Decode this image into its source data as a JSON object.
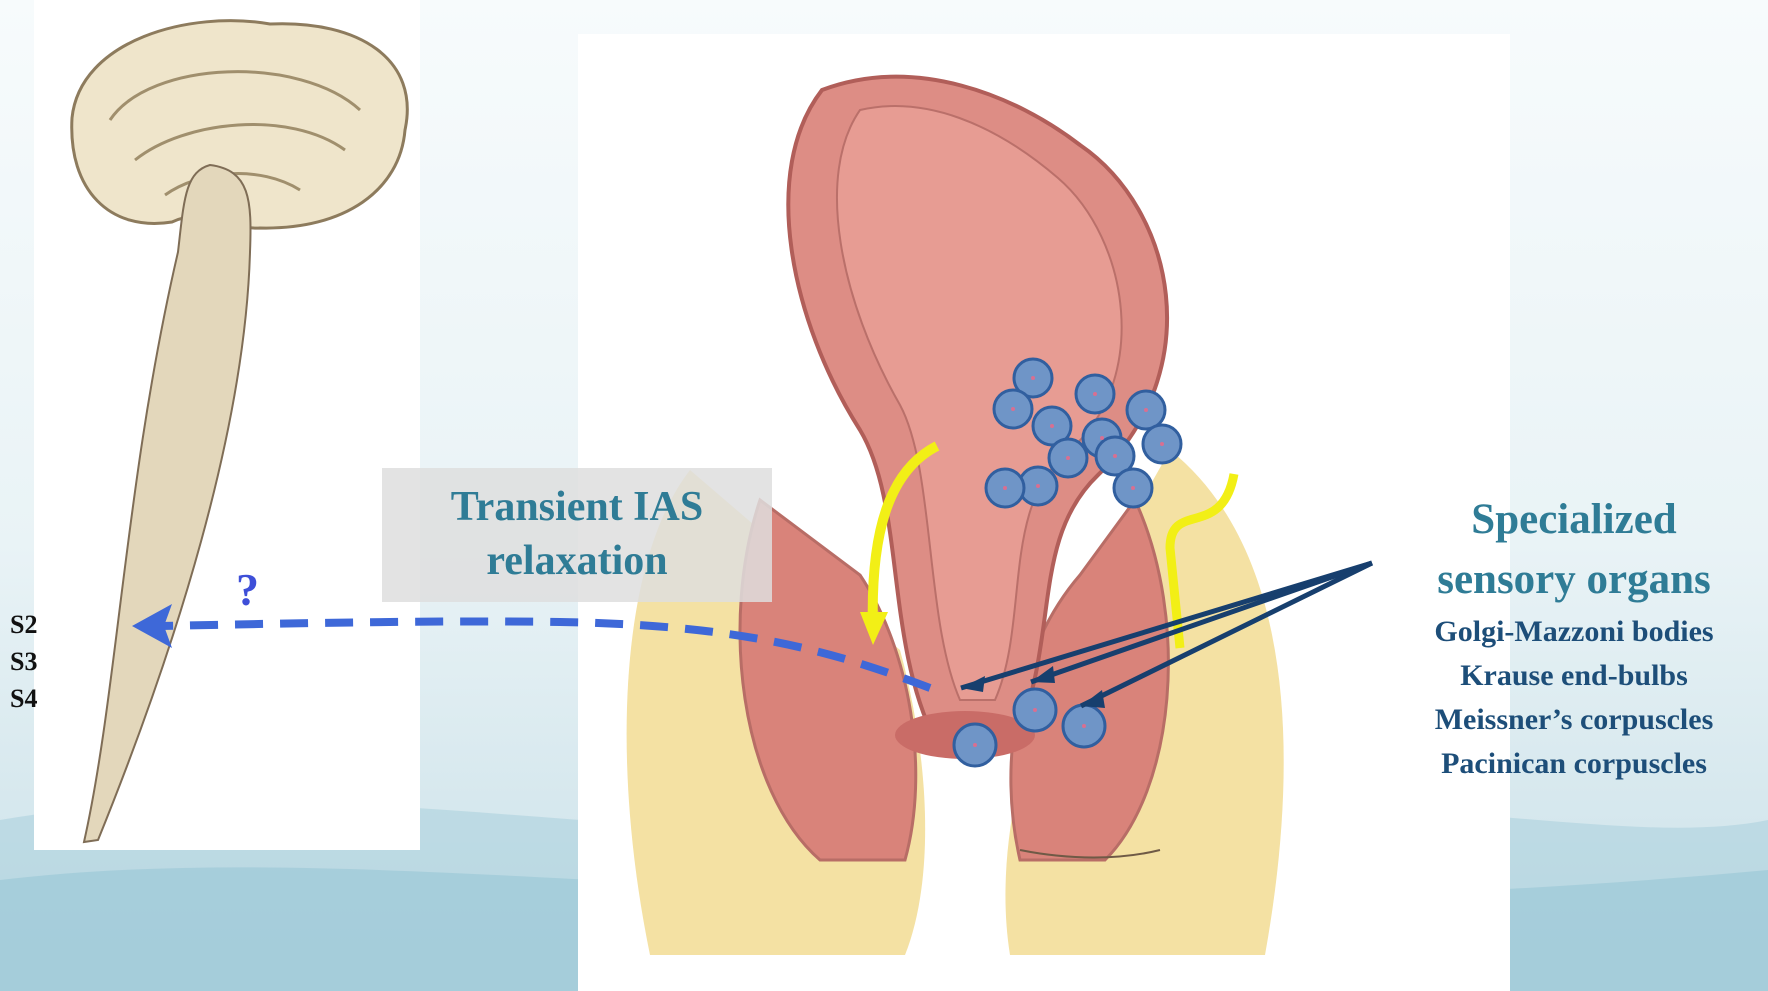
{
  "labels": {
    "ias": [
      "Transient IAS",
      "relaxation"
    ],
    "question": "?",
    "spinal_levels": [
      "S2",
      "S3",
      "S4"
    ],
    "sensory_title": [
      "Specialized",
      "sensory organs"
    ],
    "sensory_items": [
      "Golgi-Mazzoni bodies",
      "Krause end-bulbs",
      "Meissner’s corpuscles",
      "Pacinican corpuscles"
    ]
  },
  "colors": {
    "brain": "#e9dfc6",
    "spinal_cord": "#e1d4b6",
    "tissue": "#d9837a",
    "fat": "#f4e1a3",
    "flow_arrow": "#f2ef16",
    "nerve_dash": "#3e68d8",
    "sensor_arrow": "#173f6e",
    "receptor": "#6f95c7"
  },
  "icons": [
    "brain-sagittal-illustration",
    "rectum-anal-canal-illustration",
    "sensory-receptor-dot"
  ]
}
